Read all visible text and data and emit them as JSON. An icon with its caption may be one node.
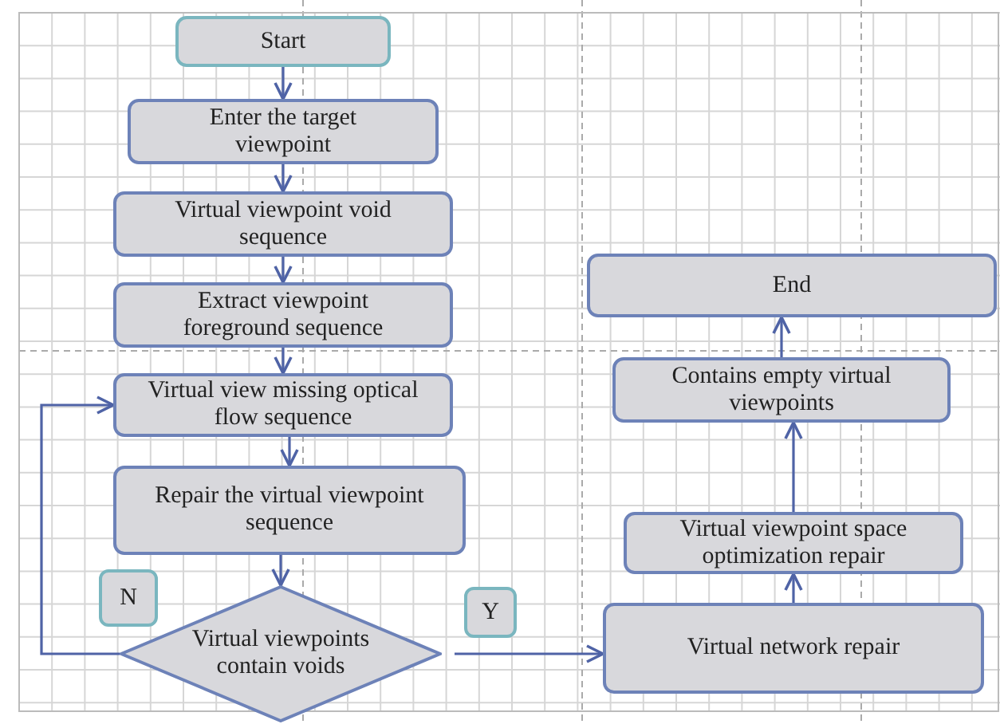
{
  "diagram": {
    "nodes": [
      {
        "text": [
          "Start"
        ]
      },
      {
        "text": [
          "Enter the target viewpoint"
        ]
      },
      {
        "text": [
          "Virtual viewpoint void sequence"
        ]
      },
      {
        "text": [
          "Extract viewpoint foreground sequence"
        ]
      },
      {
        "text": [
          "Virtual view missing optical flow sequence"
        ]
      },
      {
        "text": [
          "Repair the virtual viewpoint sequence"
        ]
      },
      {
        "text": [
          "Virtual viewpoints contain voids"
        ]
      },
      {
        "text": [
          "End"
        ]
      },
      {
        "text": [
          "Contains empty virtual viewpoints"
        ]
      },
      {
        "text": [
          "Virtual viewpoint space optimization repair"
        ]
      },
      {
        "text": [
          "Virtual network repair"
        ]
      }
    ],
    "edges": [
      {
        "from": 0,
        "to": 1,
        "arrow": "to"
      },
      {
        "from": 1,
        "to": 2,
        "arrow": "to"
      },
      {
        "from": 2,
        "to": 3,
        "arrow": "to"
      },
      {
        "from": 3,
        "to": 4,
        "arrow": "to"
      },
      {
        "from": 4,
        "to": 5,
        "arrow": "to"
      },
      {
        "from": 5,
        "to": 6,
        "arrow": "to"
      },
      {
        "from": 6,
        "to": 4,
        "arrow": "to",
        "label": "N"
      },
      {
        "from": 6,
        "to": 10,
        "arrow": "to",
        "label": "Y"
      },
      {
        "from": 10,
        "to": 9,
        "arrow": "to"
      },
      {
        "from": 9,
        "to": 8,
        "arrow": "to"
      },
      {
        "from": 8,
        "to": 7,
        "arrow": "to"
      }
    ]
  }
}
